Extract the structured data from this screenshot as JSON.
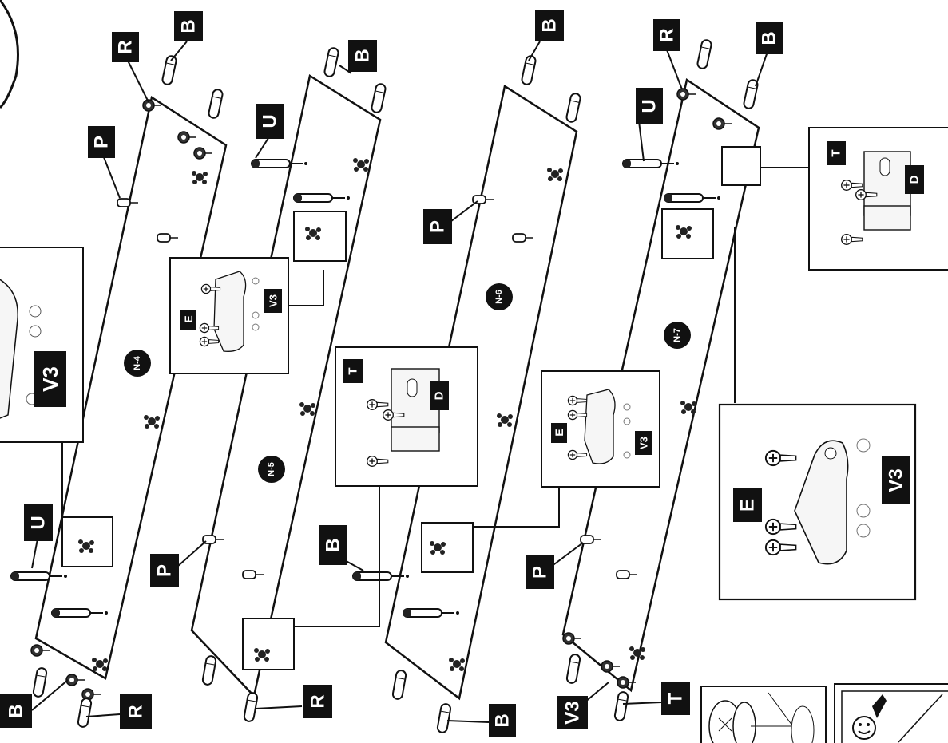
{
  "panels": [
    {
      "id": "N-4"
    },
    {
      "id": "N-5"
    },
    {
      "id": "N-6"
    },
    {
      "id": "N-7"
    }
  ],
  "part_labels": {
    "R": "R",
    "B": "B",
    "P": "P",
    "U": "U",
    "T": "T",
    "D": "D",
    "E": "E",
    "V3": "V3"
  },
  "insets": {
    "bracket_v3": {
      "screw_label": "E",
      "bracket_label": "V3"
    },
    "bracket_d": {
      "screw_label": "T",
      "bracket_label": "D"
    }
  },
  "callouts": [
    {
      "text": "R"
    },
    {
      "text": "B"
    },
    {
      "text": "P"
    },
    {
      "text": "U"
    },
    {
      "text": "B"
    },
    {
      "text": "B"
    },
    {
      "text": "R"
    },
    {
      "text": "B"
    },
    {
      "text": "U"
    },
    {
      "text": "P"
    },
    {
      "text": "U"
    },
    {
      "text": "P"
    },
    {
      "text": "B"
    },
    {
      "text": "P"
    },
    {
      "text": "B"
    },
    {
      "text": "R"
    },
    {
      "text": "R"
    },
    {
      "text": "B"
    },
    {
      "text": "V3"
    },
    {
      "text": "T"
    },
    {
      "text": "D"
    }
  ],
  "colors": {
    "ink": "#111111",
    "paper": "#ffffff",
    "shade": "#dddddd"
  }
}
